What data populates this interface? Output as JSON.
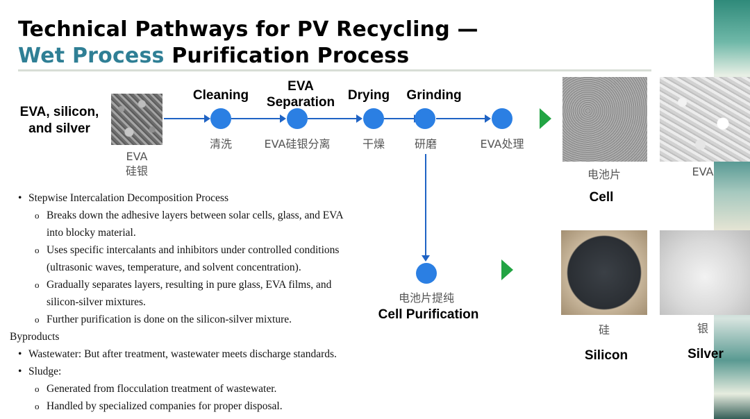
{
  "title": {
    "line1": "Technical Pathways for PV Recycling —",
    "line2_accent": "Wet Process",
    "line2_rest": " Purification Process"
  },
  "flow": {
    "input_label": "EVA, silicon, and silver",
    "input_image_caption_en": "EVA",
    "input_image_caption_cn": "硅银",
    "steps": [
      {
        "en": "Cleaning",
        "cn": "清洗"
      },
      {
        "en": "EVA Separation",
        "cn": "EVA硅银分离"
      },
      {
        "en": "Drying",
        "cn": "干燥"
      },
      {
        "en": "Grinding",
        "cn": "研磨"
      },
      {
        "en": "",
        "cn": "EVA处理"
      }
    ],
    "branch": {
      "cn": "电池片提纯",
      "en": "Cell Purification"
    }
  },
  "products": {
    "cell": {
      "cn": "电池片",
      "en": "Cell"
    },
    "eva": {
      "cn": "EVA"
    },
    "silicon": {
      "cn": "硅",
      "en": "Silicon"
    },
    "silver": {
      "cn": "银",
      "en": "Silver"
    }
  },
  "bullets": {
    "main": "Stepwise Intercalation Decomposition Process",
    "sub1_l1": "Breaks down the adhesive layers between solar cells, glass, and EVA",
    "sub1_l2": "into blocky material.",
    "sub2_l1": "Uses specific intercalants and inhibitors under controlled conditions",
    "sub2_l2": "(ultrasonic waves, temperature, and solvent concentration).",
    "sub3_l1": "Gradually separates layers, resulting in pure glass, EVA films, and",
    "sub3_l2": "silicon-silver mixtures.",
    "sub4": "Further purification is done on the silicon-silver mixture.",
    "byproducts_heading": "Byproducts",
    "wastewater": "Wastewater: But after treatment, wastewater meets discharge standards.",
    "sludge": "Sludge:",
    "sludge_sub1": "Generated from flocculation treatment of wastewater.",
    "sludge_sub2": "Handled by specialized companies for proper disposal."
  },
  "colors": {
    "accent": "#2f7f95",
    "flow": "#1f63c4",
    "node": "#2b7fe3",
    "arrow_green": "#22a443"
  }
}
